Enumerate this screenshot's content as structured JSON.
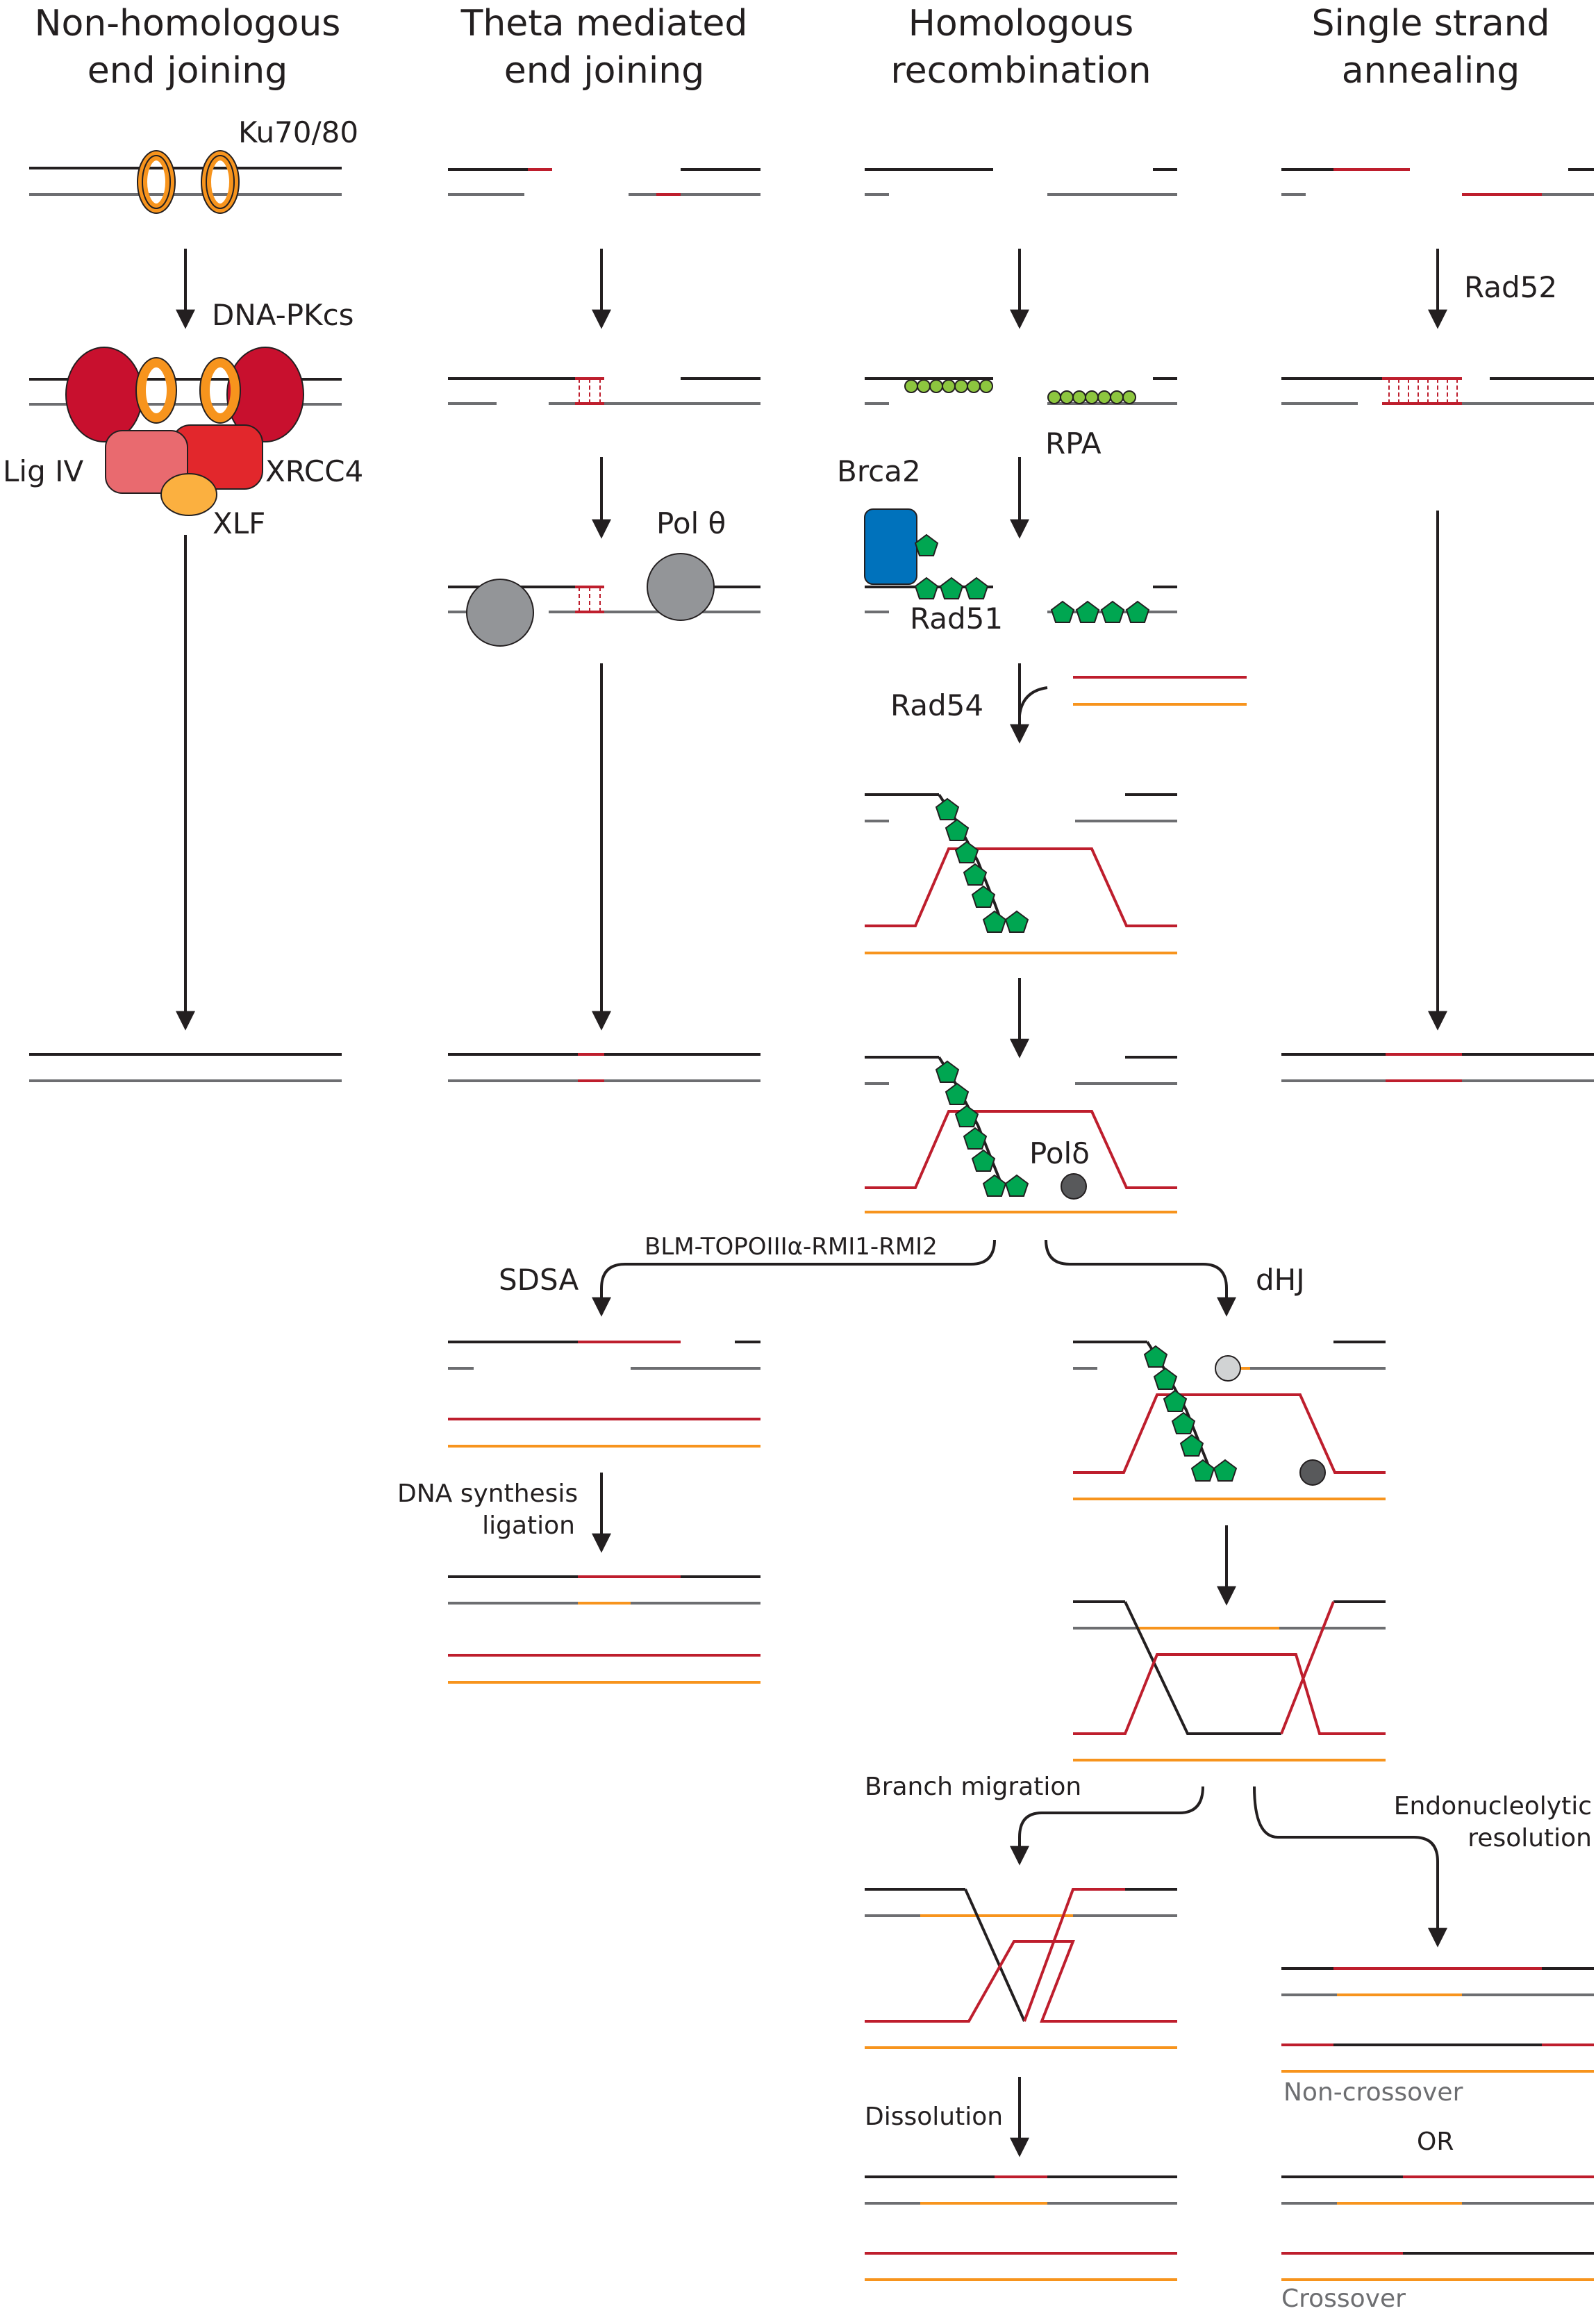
{
  "headers": {
    "nhej_line1": "Non-homologous",
    "nhej_line2": "end joining",
    "tmej_line1": "Theta mediated",
    "tmej_line2": "end joining",
    "hr_line1": "Homologous",
    "hr_line2": "recombination",
    "ssa_line1": "Single strand",
    "ssa_line2": "annealing"
  },
  "labels": {
    "ku": "Ku70/80",
    "dnapkcs": "DNA-PKcs",
    "lig4": "Lig IV",
    "xrcc4": "XRCC4",
    "xlf": "XLF",
    "poltheta": "Pol θ",
    "rpa": "RPA",
    "brca2": "Brca2",
    "rad51": "Rad51",
    "rad54": "Rad54",
    "poldelta": "Polδ",
    "btrr": "BLM-TOPOIIIα-RMI1-RMI2",
    "sdsa": "SDSA",
    "dhj": "dHJ",
    "dna_synthesis_1": "DNA synthesis",
    "dna_synthesis_2": "ligation",
    "branch_migration": "Branch migration",
    "endo_1": "Endonucleolytic",
    "endo_2": "resolution",
    "dissolution": "Dissolution",
    "non_crossover": "Non-crossover",
    "or": "OR",
    "crossover": "Crossover",
    "rad52": "Rad52"
  },
  "colors": {
    "dna_black": "#231f20",
    "dna_gray": "#6d6e71",
    "dna_red": "#be1e2d",
    "dna_orange": "#f7941d",
    "ku_orange": "#f7941d",
    "dnapkcs_red": "#c8102e",
    "lig4_pink": "#e96a6f",
    "xrcc4_red": "#e2272c",
    "xlf_orange": "#fbb040",
    "pol_gray": "#939598",
    "rpa_green": "#8dc63f",
    "rad51_green": "#00a651",
    "brca2_blue": "#0072bc",
    "poldelta_gray": "#58595b"
  }
}
